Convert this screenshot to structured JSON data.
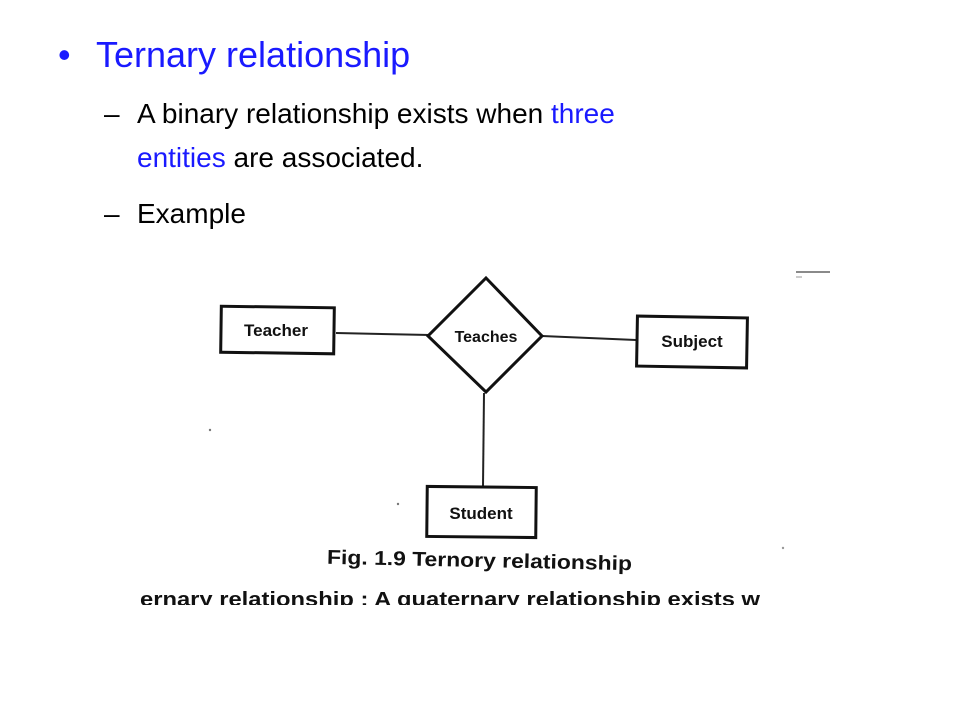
{
  "slide": {
    "heading": "Ternary relationship",
    "bullet_marker": "•",
    "sub_marker": "–",
    "line1_text": "A binary relationship exists when ",
    "line1_highlight": "three",
    "line2_highlight": "entities",
    "line2_text": " are associated.",
    "example_label": "Example",
    "accent_color": "#1a1aff"
  },
  "diagram": {
    "relationship": "Teaches",
    "entities": {
      "left": "Teacher",
      "right": "Subject",
      "bottom": "Student"
    },
    "caption": "Fig. 1.9 Ternory relationship",
    "cut_off_text": "ernary relationship : A quaternary relationship exists w"
  }
}
